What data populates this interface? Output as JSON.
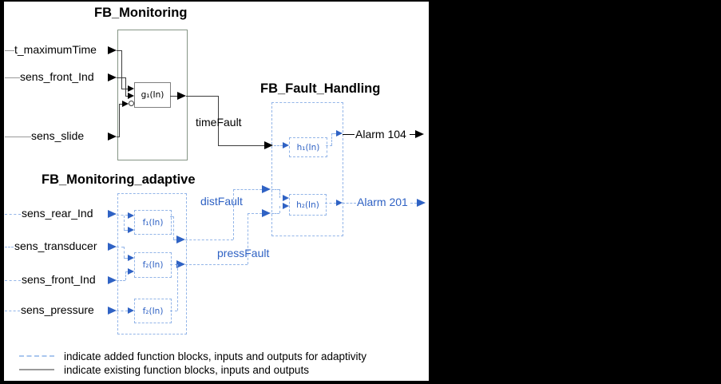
{
  "colors": {
    "accent_blue": "#2f62c4",
    "light_blue_dash": "#93b5e8",
    "gray_line": "#9a9a9a",
    "black": "#000000"
  },
  "titles": {
    "monitoring": "FB_Monitoring",
    "fault_handling": "FB_Fault_Handling",
    "adaptive": "FB_Monitoring_adaptive"
  },
  "blocks": {
    "g1": "g₁(In)",
    "h1": "h₁(In)",
    "h2": "h₂(In)",
    "f1": "f₁(In)",
    "f2": "f₂(In)",
    "f3": "f₂(In)"
  },
  "monitoring_inputs": [
    "t_maximumTime",
    "sens_front_Ind",
    "sens_slide"
  ],
  "adaptive_inputs": [
    "sens_rear_Ind",
    "sens_transducer",
    "sens_front_Ind",
    "sens_pressure"
  ],
  "signals": {
    "time_fault": "timeFault",
    "dist_fault": "distFault",
    "press_fault": "pressFault"
  },
  "outputs": {
    "alarm_104": "Alarm 104",
    "alarm_201": "Alarm 201"
  },
  "legend": {
    "added": "indicate added function blocks, inputs and outputs for adaptivity",
    "existing": "indicate existing function blocks, inputs and outputs"
  }
}
